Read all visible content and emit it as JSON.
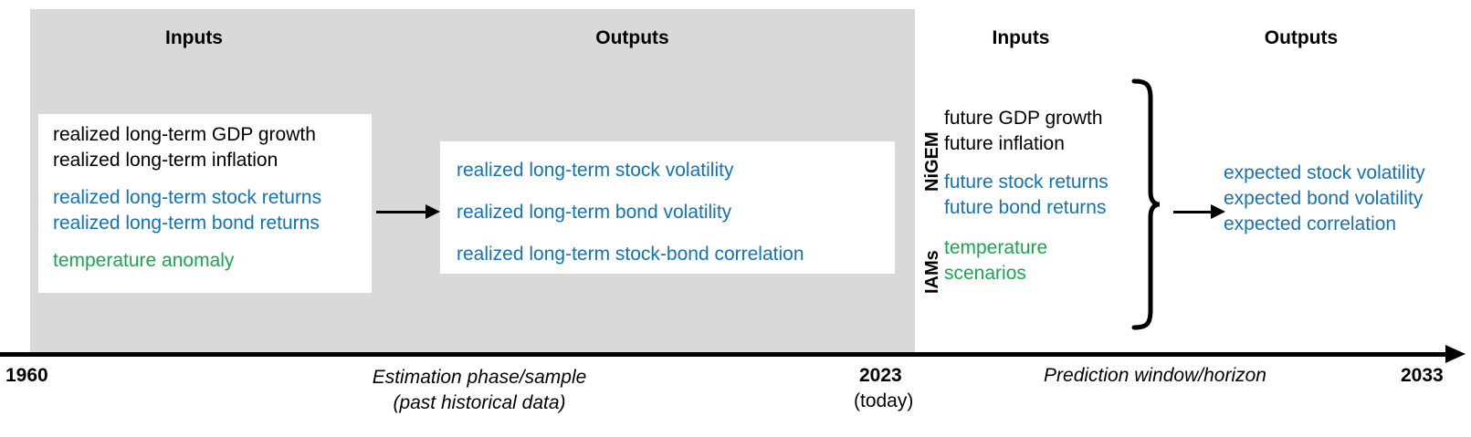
{
  "colors": {
    "panel_grey": "#d9d9d9",
    "blue": "#1372b8",
    "green": "#17a84d",
    "black": "#000000"
  },
  "headings": {
    "estimation_inputs": "Inputs",
    "estimation_outputs": "Outputs",
    "prediction_inputs": "Inputs",
    "prediction_outputs": "Outputs"
  },
  "estimation": {
    "inputs": {
      "macro": [
        "realized long-term GDP growth",
        "realized long-term inflation"
      ],
      "financial": [
        "realized long-term stock returns",
        "realized long-term bond returns"
      ],
      "climate": [
        "temperature anomaly"
      ]
    },
    "outputs": [
      "realized long-term stock volatility",
      "realized long-term bond volatility",
      "realized long-term stock-bond correlation"
    ]
  },
  "prediction": {
    "model_labels": {
      "macro_model": "NiGEM",
      "climate_model": "IAMs"
    },
    "inputs": {
      "macro": [
        "future GDP growth",
        "future inflation"
      ],
      "financial": [
        "future stock returns",
        "future bond returns"
      ],
      "climate": [
        "temperature",
        "scenarios"
      ]
    },
    "outputs": [
      "expected stock volatility",
      "expected bond volatility",
      "expected correlation"
    ]
  },
  "timeline": {
    "start_year": "1960",
    "today_year": "2023",
    "today_note": "(today)",
    "end_year": "2033",
    "estimation_phase_line1": "Estimation phase/sample",
    "estimation_phase_line2": "(past historical data)",
    "prediction_phase": "Prediction window/horizon"
  }
}
